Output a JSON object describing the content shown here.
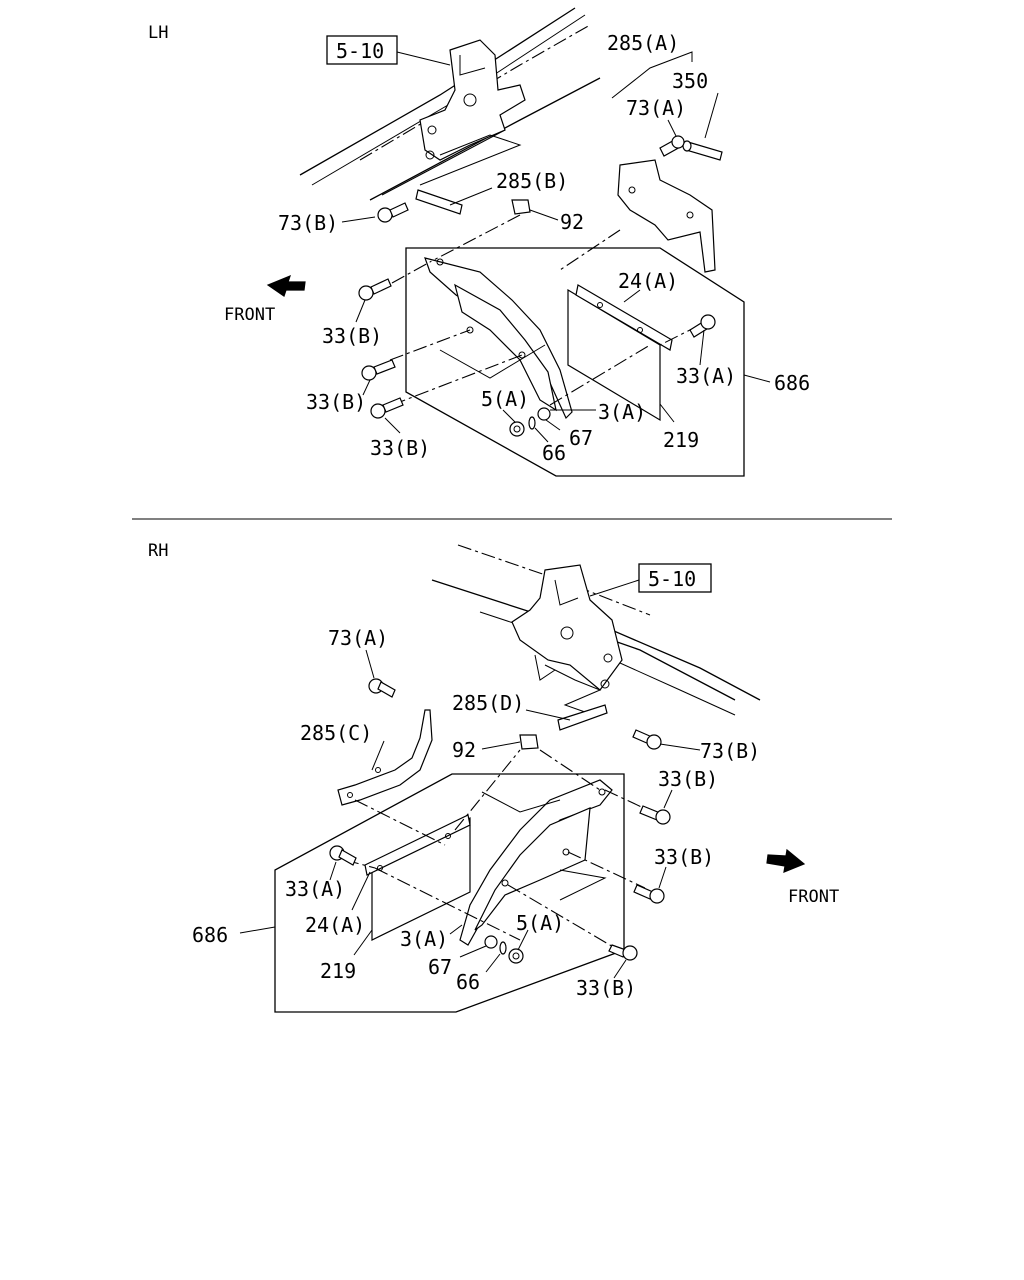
{
  "sections": {
    "lh": {
      "title": "LH",
      "ref_box": "5-10",
      "front": "FRONT",
      "labels": {
        "p285a": "285(A)",
        "p350": "350",
        "p73a": "73(A)",
        "p285b": "285(B)",
        "p73b": "73(B)",
        "p92": "92",
        "p24a": "24(A)",
        "p33a": "33(A)",
        "p686": "686",
        "p33b_1": "33(B)",
        "p33b_2": "33(B)",
        "p33b_3": "33(B)",
        "p5a": "5(A)",
        "p3a": "3(A)",
        "p67": "67",
        "p66": "66",
        "p219": "219"
      }
    },
    "rh": {
      "title": "RH",
      "ref_box": "5-10",
      "front": "FRONT",
      "labels": {
        "p73a": "73(A)",
        "p285d": "285(D)",
        "p285c": "285(C)",
        "p92": "92",
        "p73b": "73(B)",
        "p33b_1": "33(B)",
        "p33b_2": "33(B)",
        "p33a": "33(A)",
        "p24a": "24(A)",
        "p686": "686",
        "p3a": "3(A)",
        "p5a": "5(A)",
        "p219": "219",
        "p67": "67",
        "p66": "66",
        "p33b_3": "33(B)"
      }
    }
  }
}
